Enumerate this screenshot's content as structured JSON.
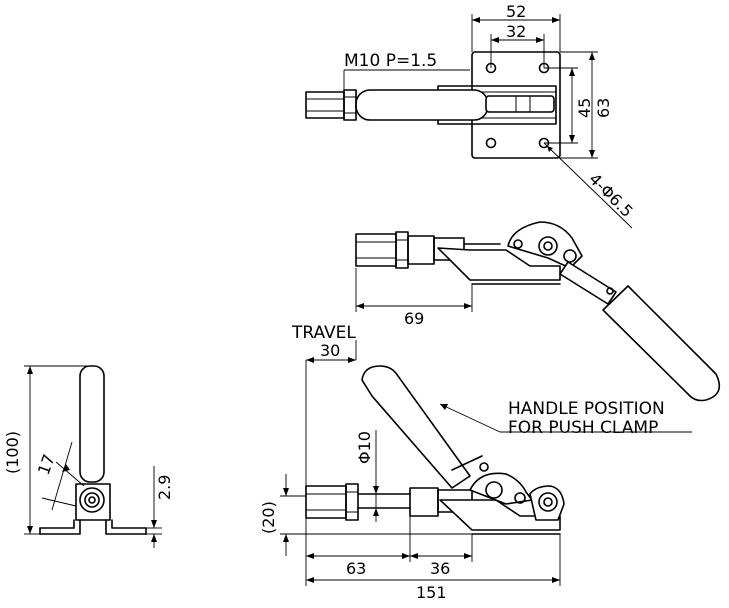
{
  "dims": {
    "top_width_outer": "52",
    "top_width_inner": "32",
    "thread": "M10 P=1.5",
    "top_height_inner": "45",
    "top_height_outer": "63",
    "holes": "4-Φ6.5",
    "stroke_length": "69",
    "travel_label": "TRAVEL",
    "travel_value": "30",
    "rod_dia": "Φ10",
    "height_20": "(20)",
    "len_63": "63",
    "len_36": "36",
    "len_151": "151",
    "side_height": "(100)",
    "side_17": "17",
    "side_2_9": "2.9"
  },
  "notes": {
    "handle_line1": "HANDLE POSITION",
    "handle_line2": "FOR PUSH CLAMP"
  }
}
